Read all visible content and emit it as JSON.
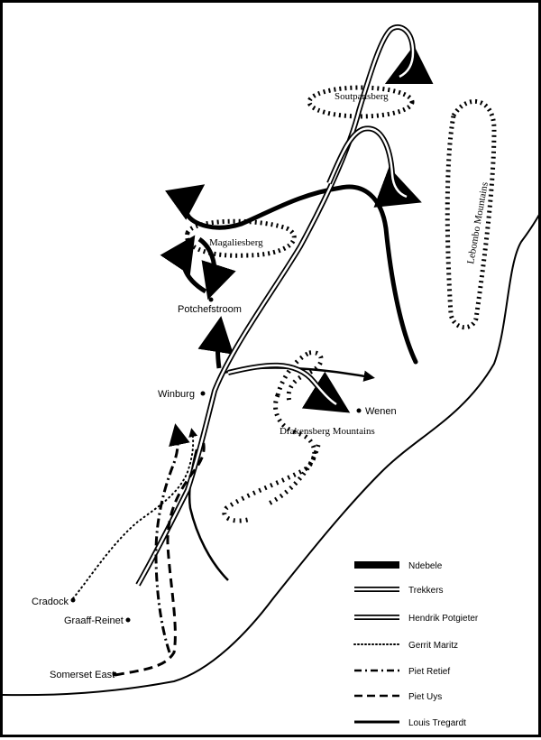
{
  "places": [
    {
      "id": "potchefstroom",
      "name": "Potchefstroom"
    },
    {
      "id": "winburg",
      "name": "Winburg"
    },
    {
      "id": "wenen",
      "name": "Wenen"
    },
    {
      "id": "cradock",
      "name": "Cradock"
    },
    {
      "id": "graaff-reinet",
      "name": "Graaff-Reinet"
    },
    {
      "id": "somerset-east",
      "name": "Somerset East"
    }
  ],
  "mountains": {
    "soutpansberg": "Soutpansberg",
    "magaliesberg": "Magaliesberg",
    "lebombo": "Lebombo Mountains",
    "drakensberg": "Drakensberg Mountains"
  },
  "legend": [
    {
      "label": "Ndebele",
      "style": "thick-bar"
    },
    {
      "label": "Trekkers",
      "style": "double-line"
    },
    {
      "label": "Hendrik Potgieter",
      "style": "double-line"
    },
    {
      "label": "Gerrit Maritz",
      "style": "dotted"
    },
    {
      "label": "Piet Retief",
      "style": "dash-dot"
    },
    {
      "label": "Piet Uys",
      "style": "dashed"
    },
    {
      "label": "Louis Tregardt",
      "style": "solid"
    }
  ],
  "colors": {
    "ink": "#000000",
    "paper": "#ffffff"
  }
}
